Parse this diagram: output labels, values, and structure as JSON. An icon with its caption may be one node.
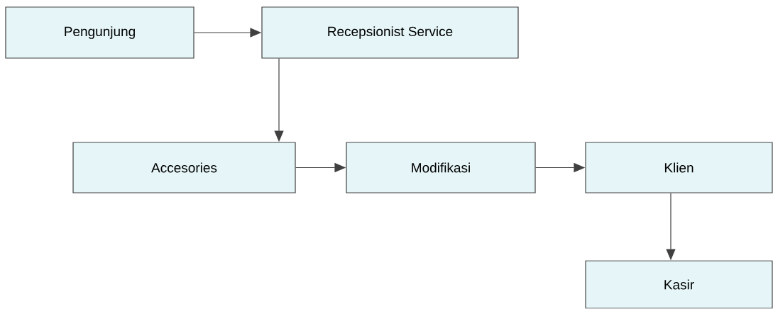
{
  "diagram": {
    "nodes": [
      {
        "text": [
          "Pengunjung"
        ]
      },
      {
        "text": [
          "Recepsionist Service"
        ]
      },
      {
        "text": [
          "Accesories"
        ]
      },
      {
        "text": [
          "Modifikasi"
        ]
      },
      {
        "text": [
          "Klien"
        ]
      },
      {
        "text": [
          "Kasir"
        ]
      }
    ],
    "edges": [
      {
        "from": 0,
        "to": 1,
        "arrow": "to"
      },
      {
        "from": 1,
        "to": 2,
        "arrow": "to"
      },
      {
        "from": 2,
        "to": 3,
        "arrow": "to"
      },
      {
        "from": 3,
        "to": 4,
        "arrow": "to"
      },
      {
        "from": 4,
        "to": 5,
        "arrow": "to"
      }
    ]
  }
}
